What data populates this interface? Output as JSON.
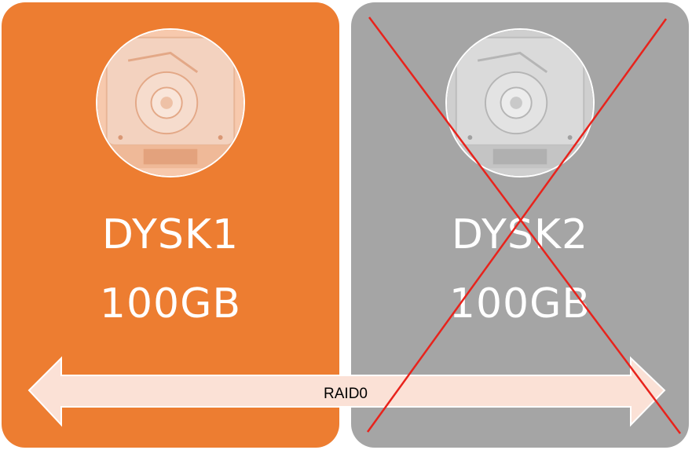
{
  "disks": [
    {
      "name": "DYSK1",
      "size": "100GB",
      "color": "#ed7d31",
      "failed": false,
      "icon": "hard-drive-icon"
    },
    {
      "name": "DYSK2",
      "size": "100GB",
      "color": "#a5a5a5",
      "failed": true,
      "icon": "hard-drive-icon"
    }
  ],
  "array": {
    "label": "RAID0",
    "arrow_color": "#fbe1d6",
    "failure_mark_color": "#e8231c"
  }
}
